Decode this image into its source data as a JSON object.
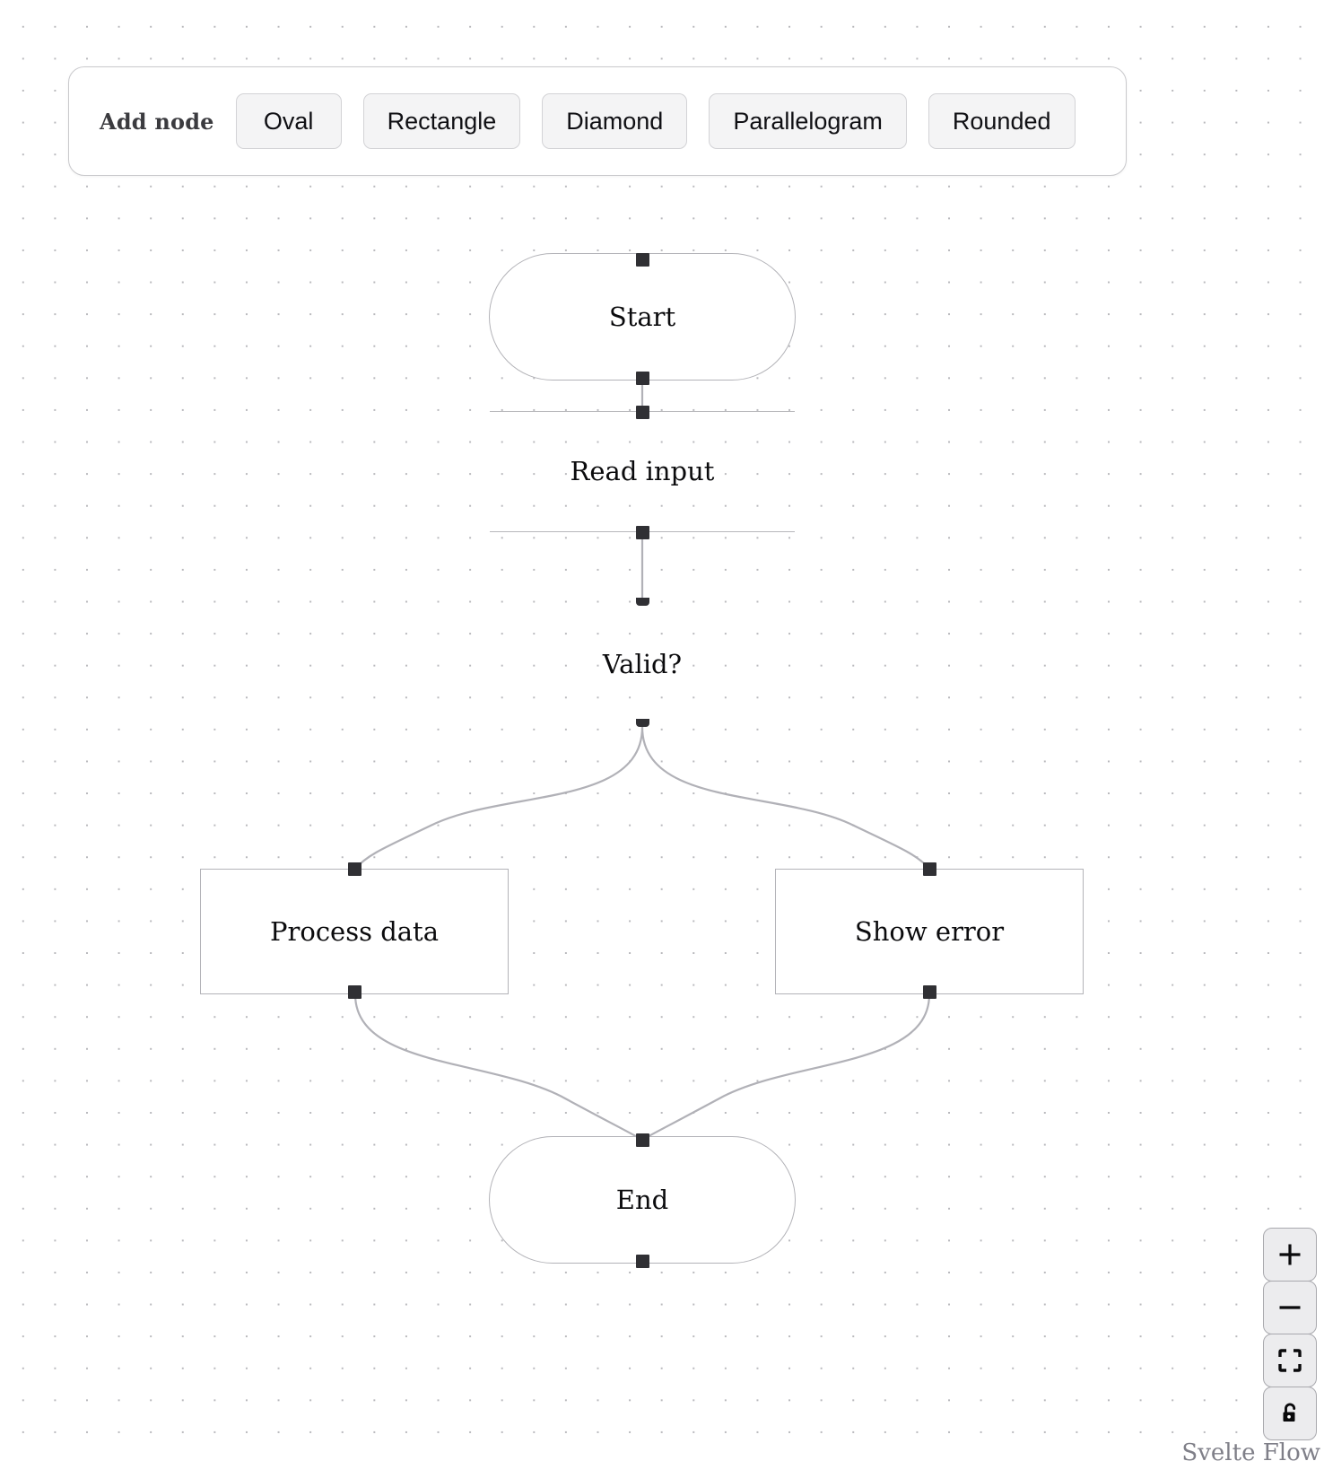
{
  "toolbar": {
    "label": "Add node",
    "buttons": [
      {
        "label": "Oval",
        "name": "add-node-oval"
      },
      {
        "label": "Rectangle",
        "name": "add-node-rectangle"
      },
      {
        "label": "Diamond",
        "name": "add-node-diamond"
      },
      {
        "label": "Parallelogram",
        "name": "add-node-parallelogram"
      },
      {
        "label": "Rounded",
        "name": "add-node-rounded"
      }
    ]
  },
  "flow": {
    "nodes": [
      {
        "id": "start",
        "label": "Start",
        "shape": "oval"
      },
      {
        "id": "read",
        "label": "Read input",
        "shape": "parallelogram"
      },
      {
        "id": "valid",
        "label": "Valid?",
        "shape": "diamond"
      },
      {
        "id": "process",
        "label": "Process data",
        "shape": "rectangle"
      },
      {
        "id": "error",
        "label": "Show error",
        "shape": "rectangle"
      },
      {
        "id": "end",
        "label": "End",
        "shape": "oval"
      }
    ],
    "edges": [
      {
        "from": "start",
        "to": "read"
      },
      {
        "from": "read",
        "to": "valid"
      },
      {
        "from": "valid",
        "to": "process"
      },
      {
        "from": "valid",
        "to": "error"
      },
      {
        "from": "process",
        "to": "end"
      },
      {
        "from": "error",
        "to": "end"
      }
    ]
  },
  "controls": {
    "zoom_in": "zoom-in",
    "zoom_out": "zoom-out",
    "fit_view": "fit-view",
    "lock": "interactivity-unlocked"
  },
  "attribution": {
    "text": "Svelte Flow"
  },
  "colors": {
    "node_border": "#b3b3b8",
    "edge": "#b1b1b7",
    "handle": "#303034",
    "panel_bg": "#ffffff",
    "button_bg": "#f4f4f5",
    "dot": "#b9b9bd",
    "text": "#0b0b0d"
  }
}
